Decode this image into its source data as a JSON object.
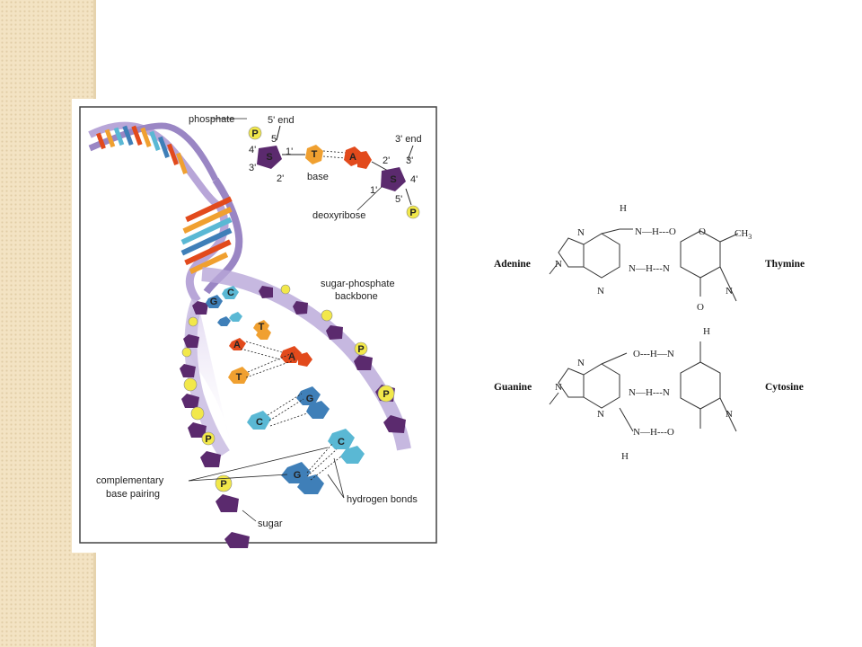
{
  "dna_labels": {
    "phosphate": "phosphate",
    "five_prime_end": "5' end",
    "three_prime_end": "3' end",
    "base": "base",
    "deoxyribose": "deoxyribose",
    "backbone_line1": "sugar-phosphate",
    "backbone_line2": "backbone",
    "complementary_line1": "complementary",
    "complementary_line2": "base pairing",
    "hydrogen_bonds": "hydrogen bonds",
    "sugar": "sugar",
    "p": "P",
    "s": "S",
    "t": "T",
    "a": "A",
    "g": "G",
    "c": "C",
    "n5": "5'",
    "n4": "4'",
    "n3": "3'",
    "n2": "2'",
    "n1": "1'"
  },
  "chem_labels": {
    "adenine": "Adenine",
    "thymine": "Thymine",
    "guanine": "Guanine",
    "cytosine": "Cytosine",
    "H": "H",
    "N": "N",
    "O": "O",
    "CH3": "CH",
    "sub3": "3",
    "nh_bond": "N—H---O",
    "nh_bond2": "N—H---N",
    "oh_bond": "O---H—N",
    "nh_bond_g": "N—H---N",
    "nh_bond_g2": "N—H---O"
  },
  "colors": {
    "backbone": "#5b2a6e",
    "phosphate": "#f2e84a",
    "thymine": "#f0a030",
    "adenine": "#e24a1c",
    "guanine": "#3f7fb8",
    "cytosine": "#5ab8d4",
    "ribbon": "#b8a6d8"
  }
}
